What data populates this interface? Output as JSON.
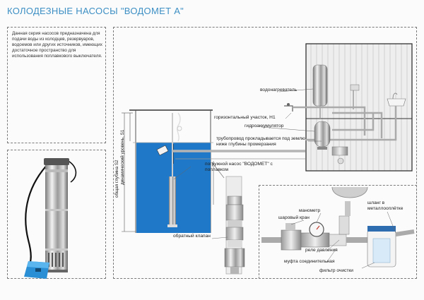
{
  "header": {
    "title": "КОЛОДЕЗНЫЕ НАСОСЫ \"ВОДОМЕТ А\""
  },
  "description": {
    "text": "Данная серия насосов предназначена для подачи воды из колодцев, резервуаров, водоемов или других источников, имеющих достаточное пространство для использования поплавкового выключателя."
  },
  "diagram": {
    "labels": {
      "water_heater": "водонагреватель",
      "horizontal_section": "горизонтальный участок, H1",
      "accumulator": "гидроаккумулятор",
      "pipeline": "трубопровод прокладывается под землю ниже глубины промерзания",
      "pump": "погружной насос \"ВОДОМЕТ\" с поплавком",
      "check_valve": "обратный клапан",
      "well_depth": "общая глубина S2",
      "dynamic_level": "динамический уровень, S1"
    }
  },
  "fittings": {
    "labels": {
      "manometer": "манометр",
      "ball_valve": "шаровый кран",
      "hose": "шланг в металлооплётке",
      "pressure_relay": "реле давления",
      "coupling": "муфта соединительная",
      "filter": "фильтр очистки"
    }
  },
  "colors": {
    "accent": "#3d8fc4",
    "water": "#1f78c8",
    "pipe": "#b4b4b4"
  }
}
